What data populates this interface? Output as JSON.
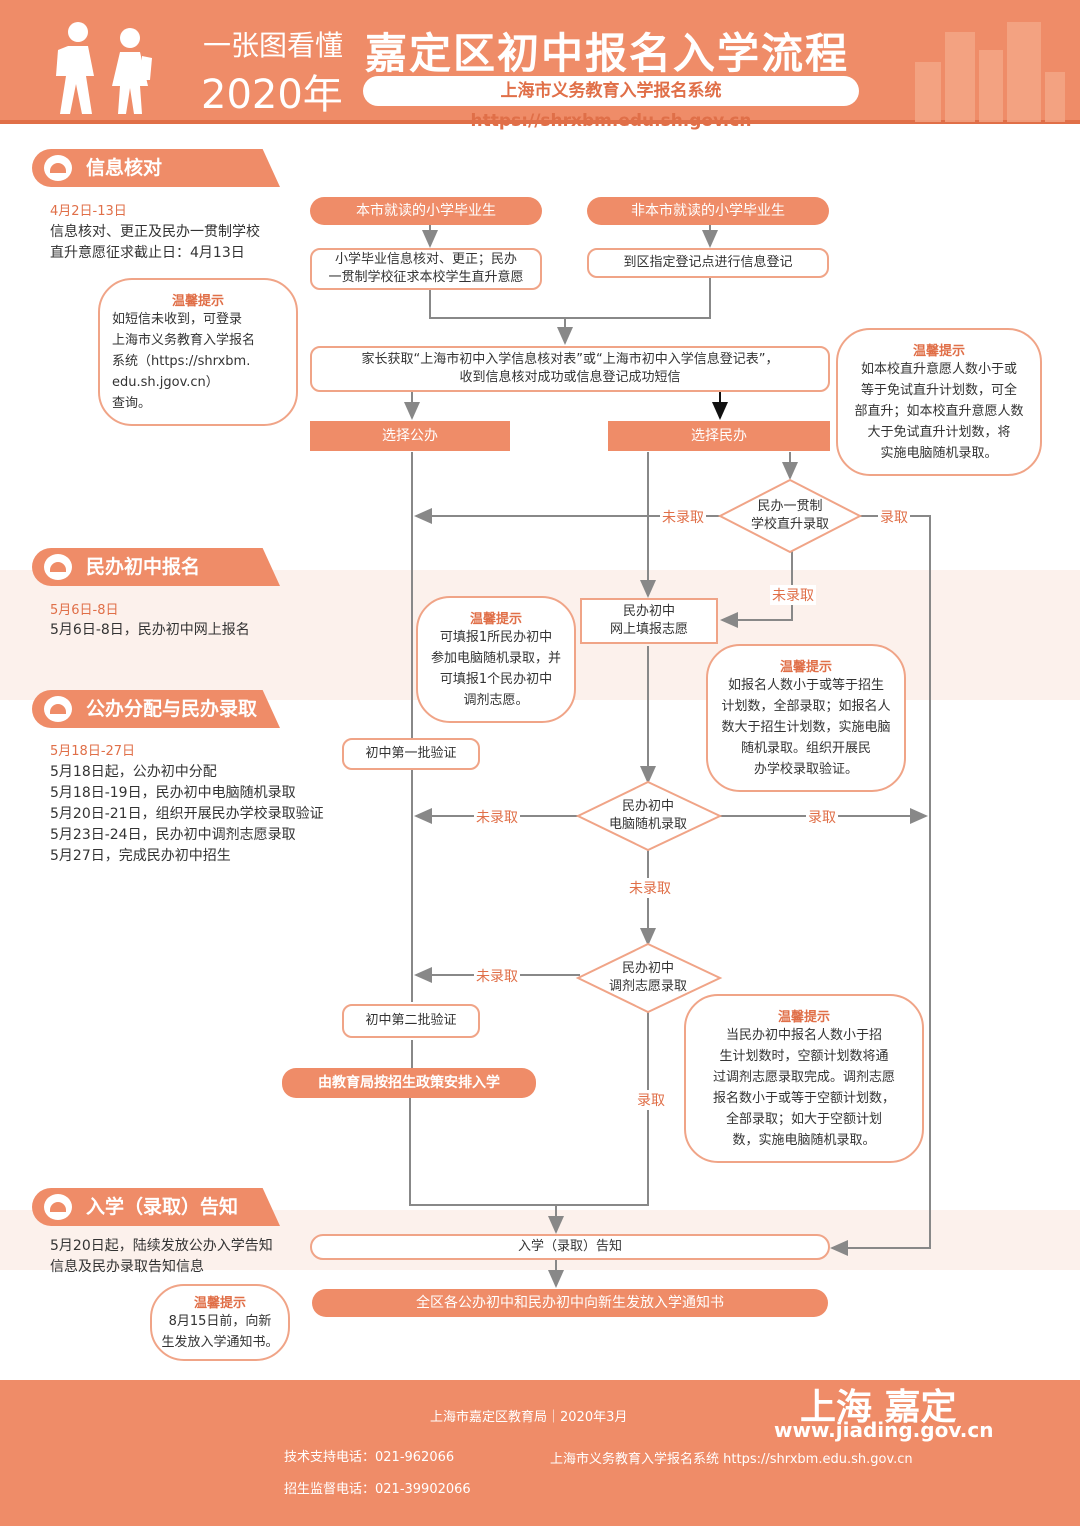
{
  "header": {
    "subtitle": "一张图看懂",
    "year": "2020年",
    "title": "嘉定区初中报名入学流程",
    "system_url": "上海市义务教育入学报名系统 https://shrxbm.edu.sh.gov.cn"
  },
  "sections": [
    {
      "title": "信息核对",
      "date": "4月2日-13日",
      "desc": "信息核对、更正及民办一贯制学校\n直升意愿征求截止日：4月13日"
    },
    {
      "title": "民办初中报名",
      "date": "5月6日-8日",
      "desc": "5月6日-8日，民办初中网上报名"
    },
    {
      "title": "公办分配与民办录取",
      "date": "5月18日-27日",
      "desc": "5月18日起，公办初中分配\n5月18日-19日，民办初中电脑随机录取\n5月20日-21日，组织开展民办学校录取验证\n5月23日-24日，民办初中调剂志愿录取\n5月27日，完成民办初中招生"
    },
    {
      "title": "入学（录取）告知",
      "date": "",
      "desc": "5月20日起，陆续发放公办入学告知\n信息及民办录取告知信息"
    }
  ],
  "flow": {
    "local_grad": "本市就读的小学毕业生",
    "nonlocal_grad": "非本市就读的小学毕业生",
    "local_step": "小学毕业信息核对、更正；民办\n一贯制学校征求本校学生直升意愿",
    "nonlocal_step": "到区指定登记点进行信息登记",
    "parent_get": "家长获取“上海市初中入学信息核对表”或“上海市初中入学信息登记表”，\n收到信息核对成功或信息登记成功短信",
    "choose_public": "选择公办",
    "choose_private": "选择民办",
    "direct_promotion": "民办一贯制\n学校直升录取",
    "online_apply": "民办初中\n网上填报志愿",
    "random_admit": "民办初中\n电脑随机录取",
    "adjust_admit": "民办初中\n调剂志愿录取",
    "verify1": "初中第一批验证",
    "verify2": "初中第二批验证",
    "bureau_arrange": "由教育局按招生政策安排入学",
    "notice": "入学（录取）告知",
    "final_notice": "全区各公办初中和民办初中向新生发放入学通知书",
    "not_admitted": "未录取",
    "admitted": "录取"
  },
  "tips": {
    "heading": "温馨提示",
    "tip1": "如短信未收到，可登录\n上海市义务教育入学报名\n系统（https://shrxbm.\nedu.sh.jgov.cn）\n查询。",
    "tip2": "如本校直升意愿人数小于或\n等于免试直升计划数，可全\n部直升；如本校直升意愿人数\n大于免试直升计划数，将\n实施电脑随机录取。",
    "tip3": "可填报1所民办初中\n参加电脑随机录取，并\n可填报1个民办初中\n调剂志愿。",
    "tip4": "如报名人数小于或等于招生\n计划数，全部录取；如报名人\n数大于招生计划数，实施电脑\n随机录取。组织开展民\n办学校录取验证。",
    "tip5": "当民办初中报名人数小于招\n生计划数时，空额计划数将通\n过调剂志愿录取完成。调剂志愿\n报名数小于或等于空额计划数，\n全部录取；如大于空额计划\n数，实施电脑随机录取。",
    "tip6": "8月15日前，向新\n生发放入学通知书。"
  },
  "footer": {
    "org": "上海市嘉定区教育局｜2020年3月",
    "tech_phone": "技术支持电话：021-962066",
    "supervise_phone": "招生监督电话：021-39902066",
    "system": "上海市义务教育入学报名系统  https://shrxbm.edu.sh.gov.cn",
    "logo_cn": "上海 嘉定",
    "logo_url": "www.jiading.gov.cn"
  }
}
